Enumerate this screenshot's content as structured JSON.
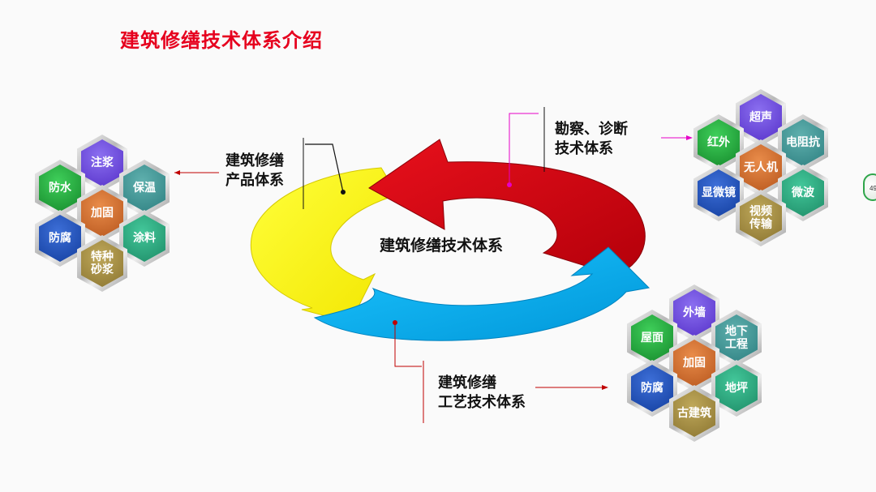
{
  "title": "建筑修缮技术体系介绍",
  "center_label": "建筑修缮技术体系",
  "labels": {
    "product": [
      "建筑修缮",
      "产品体系"
    ],
    "survey": [
      "勘察、诊断",
      "技术体系"
    ],
    "process": [
      "建筑修缮",
      "工艺技术体系"
    ]
  },
  "clusters": {
    "product": [
      {
        "text": "注浆",
        "color": "purple"
      },
      {
        "text": "防水",
        "color": "green"
      },
      {
        "text": "保温",
        "color": "teal"
      },
      {
        "text": "加固",
        "color": "orange"
      },
      {
        "text": "防腐",
        "color": "blue"
      },
      {
        "text": "涂料",
        "color": "seagreen"
      },
      {
        "text": "特种\n砂浆",
        "color": "olive"
      }
    ],
    "survey": [
      {
        "text": "超声",
        "color": "purple"
      },
      {
        "text": "红外",
        "color": "green"
      },
      {
        "text": "电阻抗",
        "color": "teal"
      },
      {
        "text": "无人机",
        "color": "orange"
      },
      {
        "text": "显微镜",
        "color": "blue"
      },
      {
        "text": "微波",
        "color": "seagreen"
      },
      {
        "text": "视频\n传输",
        "color": "olive"
      }
    ],
    "process": [
      {
        "text": "外墙",
        "color": "purple"
      },
      {
        "text": "屋面",
        "color": "green"
      },
      {
        "text": "地下\n工程",
        "color": "teal"
      },
      {
        "text": "加固",
        "color": "orange"
      },
      {
        "text": "防腐",
        "color": "blue"
      },
      {
        "text": "地坪",
        "color": "seagreen"
      },
      {
        "text": "古建筑",
        "color": "olive"
      }
    ]
  },
  "page_number": "49",
  "colors": {
    "title": "#e6001e",
    "arrow_yellow": "#ffff00",
    "arrow_red": "#d6000f",
    "arrow_blue": "#00b0f0",
    "connector_red": "#c00000",
    "connector_magenta": "#e600c8",
    "connector_black": "#111111"
  }
}
